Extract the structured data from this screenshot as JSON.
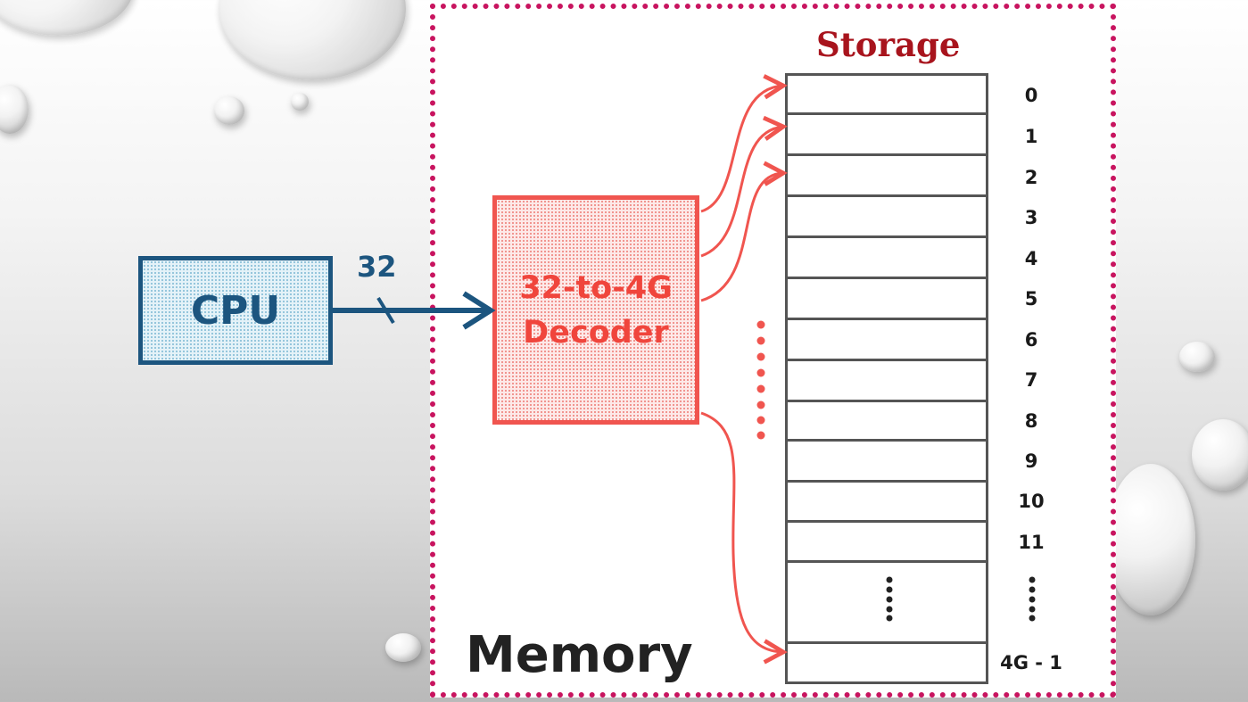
{
  "diagram": {
    "cpu_label": "CPU",
    "bus_width": "32",
    "decoder_line1": "32-to-4G",
    "decoder_line2": "Decoder",
    "storage_title": "Storage",
    "memory_label": "Memory",
    "addresses": [
      "0",
      "1",
      "2",
      "3",
      "4",
      "5",
      "6",
      "7",
      "8",
      "9",
      "10",
      "11"
    ],
    "last_address": "4G - 1"
  },
  "colors": {
    "cpu": "#1c557f",
    "decoder": "#f0554f",
    "memory_border": "#c8145f",
    "storage_title": "#a8141d",
    "cell_border": "#555555"
  }
}
